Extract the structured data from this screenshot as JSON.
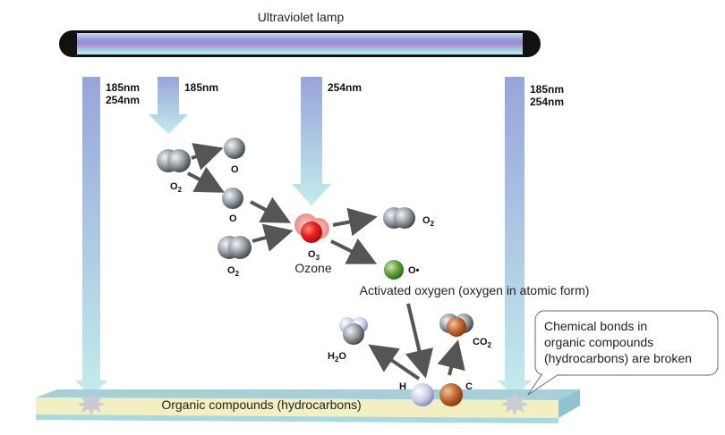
{
  "lamp": {
    "label": "Ultraviolet lamp"
  },
  "beams": {
    "left": {
      "line1": "185nm",
      "line2": "254nm"
    },
    "mid185": {
      "line1": "185nm"
    },
    "mid254": {
      "line1": "254nm"
    },
    "right": {
      "line1": "185nm",
      "line2": "254nm"
    }
  },
  "molecules": {
    "o2_top": {
      "label": "O",
      "sub": "2"
    },
    "o_top": {
      "label": "O"
    },
    "o_mid": {
      "label": "O"
    },
    "o2_low": {
      "label": "O",
      "sub": "2"
    },
    "o3": {
      "label": "O",
      "sub": "3",
      "name": "Ozone"
    },
    "o2_out": {
      "label": "O",
      "sub": "2"
    },
    "o_act": {
      "label": "O•"
    },
    "h2o": {
      "label": "H",
      "sub": "2",
      "tail": "O"
    },
    "co2": {
      "label": "CO",
      "sub": "2"
    },
    "h": {
      "label": "H"
    },
    "c": {
      "label": "C"
    }
  },
  "activated_oxygen": {
    "label": "Activated oxygen (oxygen in atomic form)"
  },
  "callout": {
    "line1": "Chemical bonds in",
    "line2": "organic compounds",
    "line3": "(hydrocarbons) are broken"
  },
  "substrate": {
    "label": "Organic compounds (hydrocarbons)"
  },
  "colors": {
    "lamp_core": "#9aa6e0",
    "beam_top": "#9ba7dc",
    "beam_bottom": "#bfe9ea",
    "substrate_top": "#f2efc2",
    "substrate_front": "#a8d9e3",
    "ozone": "#e8211d",
    "activated": "#5ea23c",
    "carbon": "#c4672f",
    "hydrogen": "#c7cfe6",
    "arrow": "#555555"
  }
}
